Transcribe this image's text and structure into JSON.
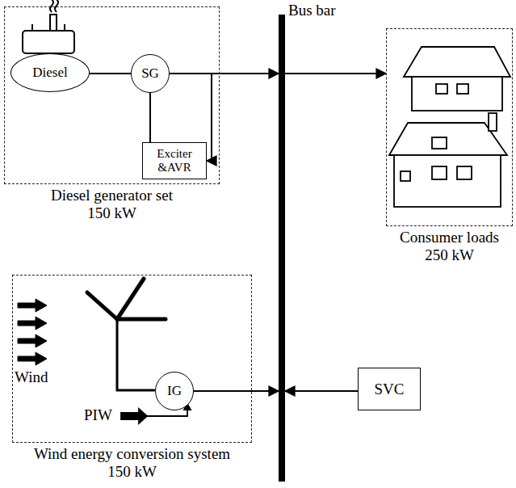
{
  "diagram": {
    "nodes": [
      {
        "text": [
          "Diesel generator set",
          "150 kW"
        ]
      },
      {
        "text": [
          "Diesel"
        ],
        "in": 0
      },
      {
        "text": [
          "SG"
        ],
        "in": 0
      },
      {
        "text": [
          "Exciter &AVR"
        ],
        "in": 0
      },
      {
        "text": [
          "Bus bar"
        ]
      },
      {
        "text": [
          "Consumer loads",
          "250 kW"
        ]
      },
      {
        "text": [
          "Wind energy conversion system",
          "150 kW"
        ]
      },
      {
        "text": [
          "IG"
        ],
        "in": 6
      },
      {
        "text": [
          "SVC"
        ]
      }
    ],
    "edges": [
      {
        "from": 1,
        "to": 2,
        "arrow": "none"
      },
      {
        "from": 2,
        "to": 4,
        "arrow": "to"
      },
      {
        "from": 2,
        "to": 3,
        "arrow": "to"
      },
      {
        "from": 3,
        "to": 2,
        "arrow": "none"
      },
      {
        "from": 4,
        "to": 5,
        "arrow": "to"
      },
      {
        "from": 7,
        "to": 4,
        "arrow": "to"
      },
      {
        "from": 8,
        "to": 4,
        "arrow": "to"
      }
    ],
    "labels": [
      "Wind",
      "PIW"
    ]
  }
}
